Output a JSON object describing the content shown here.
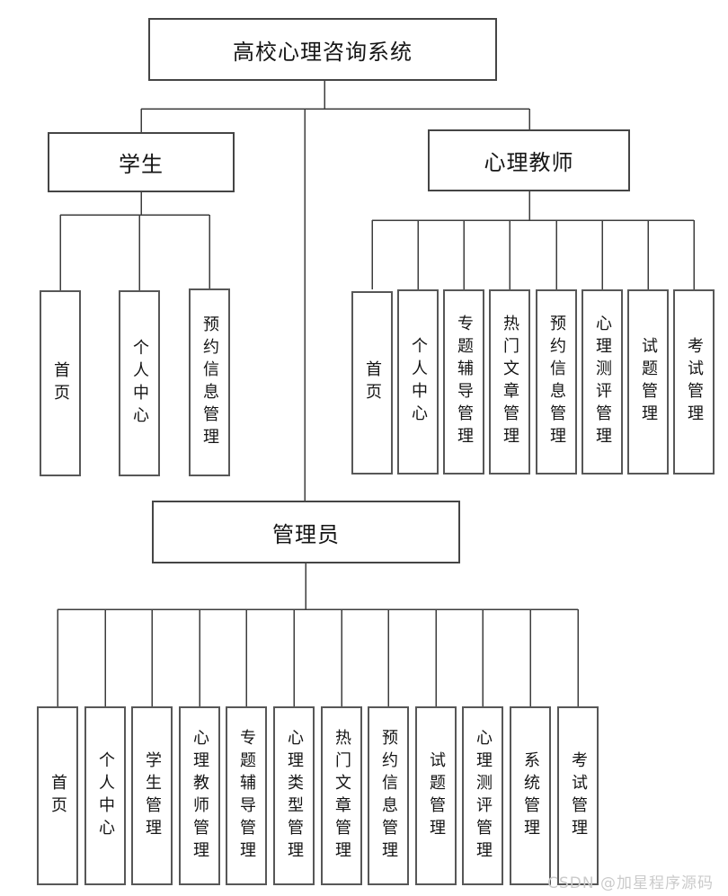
{
  "diagram_title": "高校心理咨询系统",
  "watermark": "CSDN @加星程序源码",
  "colors": {
    "background": "#ffffff",
    "box_border": "#4a4a4a",
    "connector_line": "#3d3d3d",
    "text": "#151515",
    "watermark_text": "#cbcbcb"
  },
  "tree": {
    "root": {
      "label": "高校心理咨询系统"
    },
    "branches": [
      {
        "label": "学生",
        "children": [
          {
            "label": "首页"
          },
          {
            "label": "个人中心"
          },
          {
            "label": "预约信息管理"
          }
        ]
      },
      {
        "label": "心理教师",
        "children": [
          {
            "label": "首页"
          },
          {
            "label": "个人中心"
          },
          {
            "label": "专题辅导管理"
          },
          {
            "label": "热门文章管理"
          },
          {
            "label": "预约信息管理"
          },
          {
            "label": "心理测评管理"
          },
          {
            "label": "试题管理"
          },
          {
            "label": "考试管理"
          }
        ]
      },
      {
        "label": "管理员",
        "children": [
          {
            "label": "首页"
          },
          {
            "label": "个人中心"
          },
          {
            "label": "学生管理"
          },
          {
            "label": "心理教师管理"
          },
          {
            "label": "专题辅导管理"
          },
          {
            "label": "心理类型管理"
          },
          {
            "label": "热门文章管理"
          },
          {
            "label": "预约信息管理"
          },
          {
            "label": "试题管理"
          },
          {
            "label": "心理测评管理"
          },
          {
            "label": "系统管理"
          },
          {
            "label": "考试管理"
          }
        ]
      }
    ]
  }
}
